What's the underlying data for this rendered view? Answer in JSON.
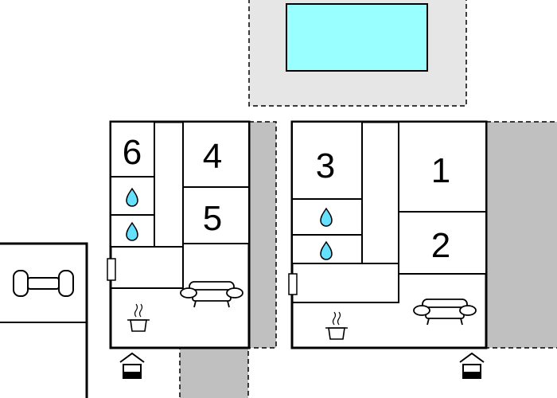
{
  "rooms": {
    "room_1": "1",
    "room_2": "2",
    "room_3": "3",
    "room_4": "4",
    "room_5": "5",
    "room_6": "6"
  },
  "icons": {
    "pool": "pool-icon",
    "water_drop": "water-drop-icon",
    "sofa": "sofa-icon",
    "cooking_pot": "cooking-pot-icon",
    "entrance": "entrance-icon",
    "dumbbell": "dumbbell-icon"
  },
  "colors": {
    "pool_water": "#99FFFF",
    "terrace": "#C0C0C0",
    "pool_area": "#E6E6E6",
    "wall": "#000000"
  }
}
